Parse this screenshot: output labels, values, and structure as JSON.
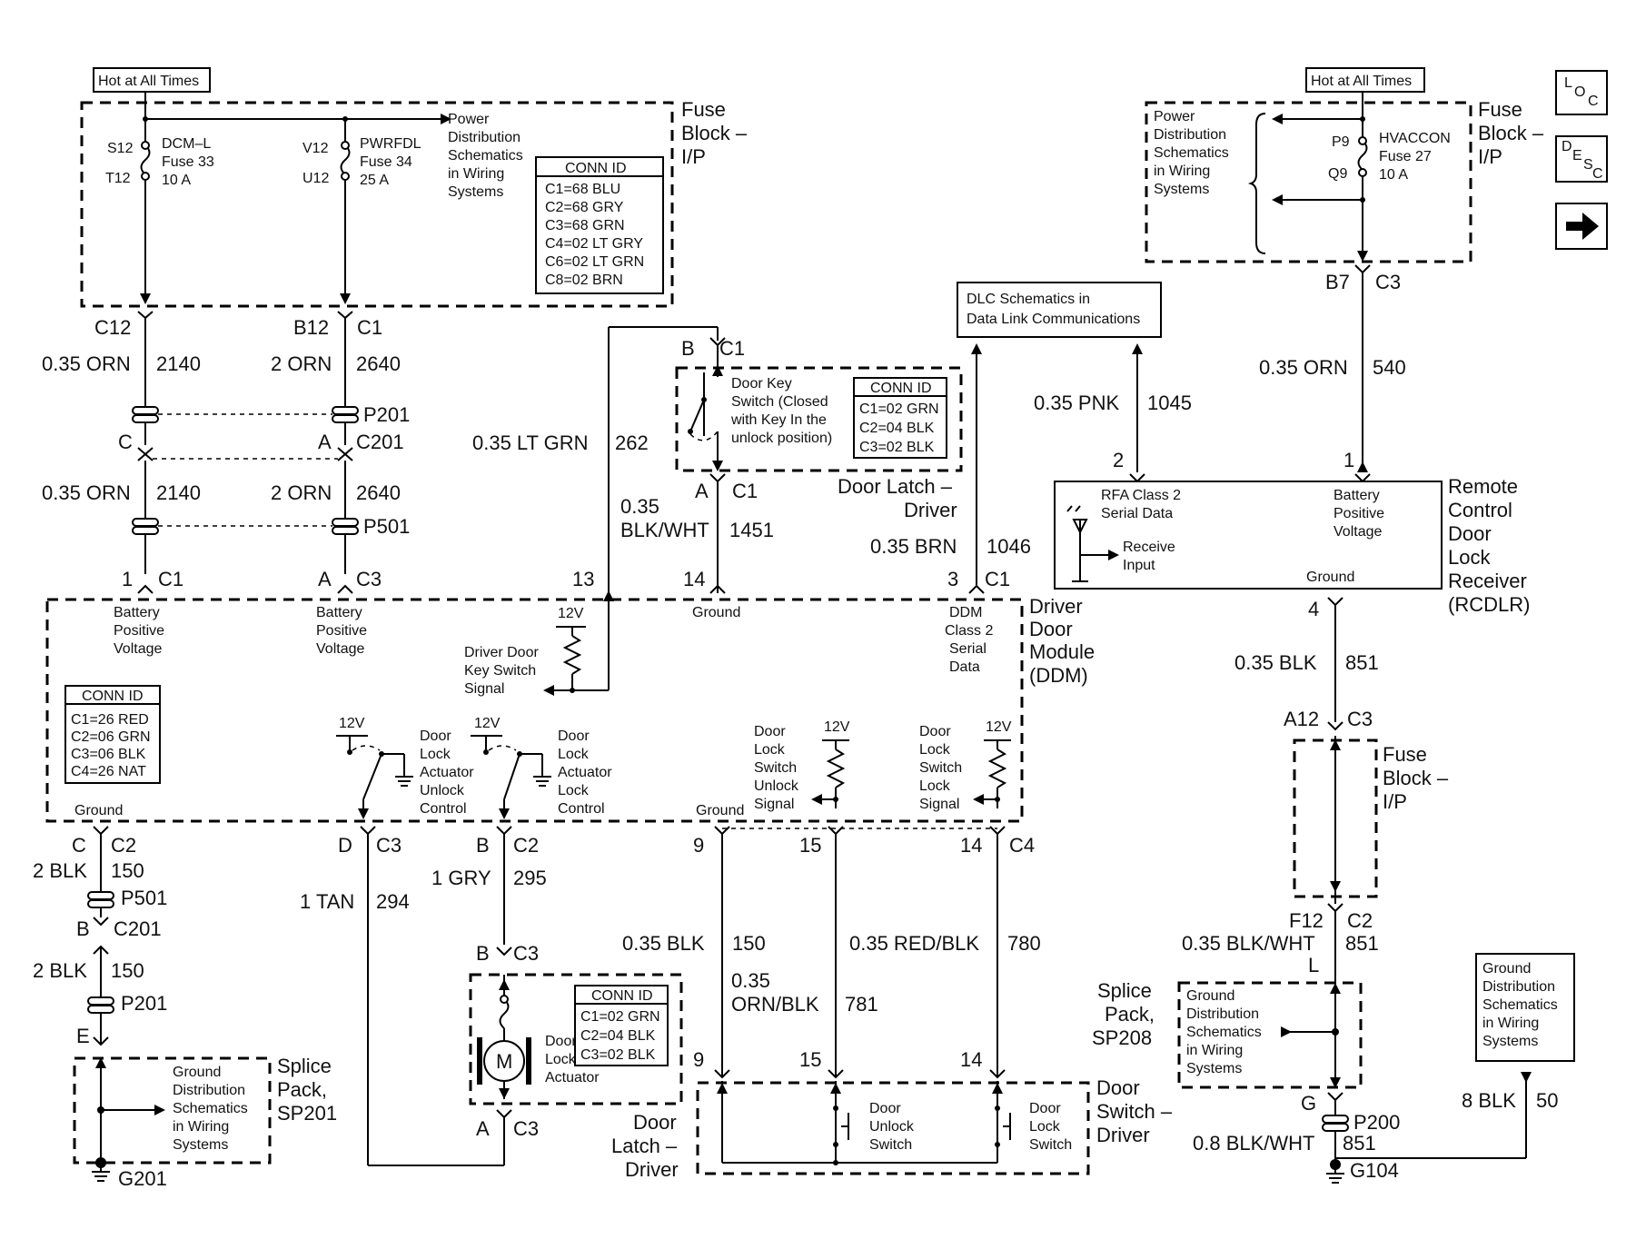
{
  "hot_at_all_times_left": "Hot at All Times",
  "hot_at_all_times_right": "Hot at All Times",
  "fuse_block_top": [
    "Fuse",
    "Block –",
    "I/P"
  ],
  "fuse_block_right": [
    "Fuse",
    "Block –",
    "I/P"
  ],
  "fuse_block_mid": [
    "Fuse",
    "Block –",
    "I/P"
  ],
  "power_dist_left": [
    "Power",
    "Distribution",
    "Schematics",
    "in Wiring",
    "Systems"
  ],
  "power_dist_right": [
    "Power",
    "Distribution",
    "Schematics",
    "in Wiring",
    "Systems"
  ],
  "fuse_dcm": {
    "top_pin": "S12",
    "bottom_pin": "T12",
    "lines": [
      "DCM–L",
      "Fuse 33",
      "10 A"
    ]
  },
  "fuse_pwr": {
    "top_pin": "V12",
    "bottom_pin": "U12",
    "lines": [
      "PWRFDL",
      "Fuse 34",
      "25 A"
    ]
  },
  "fuse_hvac": {
    "top_pin": "P9",
    "bottom_pin": "Q9",
    "lines": [
      "HVACCON",
      "Fuse 27",
      "10 A"
    ]
  },
  "conn_id_fuse": {
    "title": "CONN ID",
    "rows": [
      "C1=68 BLU",
      "C2=68 GRY",
      "C3=68 GRN",
      "C4=02 LT GRY",
      "C6=02 LT GRN",
      "C8=02 BRN"
    ]
  },
  "conn_id_key": {
    "title": "CONN ID",
    "rows": [
      "C1=02 GRN",
      "C2=04 BLK",
      "C3=02 BLK"
    ]
  },
  "conn_id_ddm": {
    "title": "CONN ID",
    "rows": [
      "C1=26 RED",
      "C2=06 GRN",
      "C3=06 BLK",
      "C4=26 NAT"
    ]
  },
  "conn_id_actuator": {
    "title": "CONN ID",
    "rows": [
      "C1=02 GRN",
      "C2=04 BLK",
      "C3=02 BLK"
    ]
  },
  "nav_buttons": {
    "loc": [
      "L",
      "O",
      "C"
    ],
    "desc": [
      "D",
      "E",
      "S",
      "C"
    ]
  },
  "dlc_box": [
    "DLC Schematics in",
    "Data Link Communications"
  ],
  "ground_dist_box": [
    "Ground",
    "Distribution",
    "Schematics",
    "in Wiring",
    "Systems"
  ],
  "connectors": {
    "c12": "C12",
    "b12": "B12",
    "c1a": "C1",
    "c_pin": "C",
    "a_pin": "A",
    "c201": "C201",
    "p201": "P201",
    "p501": "P501",
    "pin1": "1",
    "c1b": "C1",
    "pinA": "A",
    "c3a": "C3",
    "pin13": "13",
    "pin14": "14",
    "pin3": "3",
    "c1c": "C1",
    "b_key": "B",
    "c1_key": "C1",
    "a_key": "A",
    "c1_key2": "C1",
    "b7": "B7",
    "c3_b7": "C3",
    "pin2": "2",
    "pin1r": "1",
    "pin4": "4",
    "a12": "A12",
    "c3_a12": "C3",
    "f12": "F12",
    "c2_f12": "C2",
    "l_pin": "L",
    "g_pin": "G",
    "p200": "P200",
    "g104": "G104",
    "c_c2": "C",
    "c2_l": "C2",
    "p501b": "P501",
    "b_pin": "B",
    "c201b": "C201",
    "p201b": "P201",
    "e_pin": "E",
    "g201": "G201",
    "d_pin": "D",
    "c3_d": "C3",
    "b_pin2": "B",
    "c2_b": "C2",
    "b_act": "B",
    "c3_act": "C3",
    "a_act": "A",
    "c3_act2": "C3",
    "p9": "9",
    "p15": "15",
    "p14": "14",
    "c4": "C4",
    "p9b": "9",
    "p15b": "15",
    "p14b": "14"
  },
  "wires": {
    "w2140a": {
      "gauge": "0.35 ORN",
      "circuit": "2140"
    },
    "w2640a": {
      "gauge": "2 ORN",
      "circuit": "2640"
    },
    "w2140b": {
      "gauge": "0.35 ORN",
      "circuit": "2140"
    },
    "w2640b": {
      "gauge": "2 ORN",
      "circuit": "2640"
    },
    "w262": {
      "gauge": "0.35 LT GRN",
      "circuit": "262"
    },
    "w1451": {
      "gauge": [
        "0.35",
        "BLK/WHT"
      ],
      "circuit": "1451"
    },
    "w1046": {
      "gauge": "0.35 BRN",
      "circuit": "1046"
    },
    "w1045": {
      "gauge": "0.35 PNK",
      "circuit": "1045"
    },
    "w540": {
      "gauge": "0.35 ORN",
      "circuit": "540"
    },
    "w851a": {
      "gauge": "0.35 BLK",
      "circuit": "851"
    },
    "w851b": {
      "gauge": "0.35 BLK/WHT",
      "circuit": "851"
    },
    "w851c": {
      "gauge": "0.8 BLK/WHT",
      "circuit": "851"
    },
    "w50": {
      "gauge": "8 BLK",
      "circuit": "50"
    },
    "w150a": {
      "gauge": "2 BLK",
      "circuit": "150"
    },
    "w150b": {
      "gauge": "2 BLK",
      "circuit": "150"
    },
    "w294": {
      "gauge": "1 TAN",
      "circuit": "294"
    },
    "w295": {
      "gauge": "1 GRY",
      "circuit": "295"
    },
    "w150c": {
      "gauge": "0.35 BLK",
      "circuit": "150"
    },
    "w781": {
      "gauge": [
        "0.35",
        "ORN/BLK"
      ],
      "circuit": "781"
    },
    "w780": {
      "gauge": "0.35 RED/BLK",
      "circuit": "780"
    }
  },
  "door_key_switch": [
    "Door Key",
    "Switch (Closed",
    "with Key In the",
    "unlock position)"
  ],
  "door_latch_driver_top": [
    "Door Latch –",
    "Driver"
  ],
  "rcdlr": {
    "name": [
      "Remote",
      "Control",
      "Door",
      "Lock",
      "Receiver",
      "(RCDLR)"
    ],
    "rfa": [
      "RFA Class 2",
      "Serial Data"
    ],
    "batt": [
      "Battery",
      "Positive",
      "Voltage"
    ],
    "receive": [
      "Receive",
      "Input"
    ],
    "ground": "Ground"
  },
  "ddm": {
    "name": [
      "Driver",
      "Door",
      "Module",
      "(DDM)"
    ],
    "batt1": [
      "Battery",
      "Positive",
      "Voltage"
    ],
    "batt2": [
      "Battery",
      "Positive",
      "Voltage"
    ],
    "ground_top": "Ground",
    "serial": [
      "DDM",
      "Class 2",
      "Serial",
      "Data"
    ],
    "key_switch_signal": [
      "Driver Door",
      "Key Switch",
      "Signal"
    ],
    "v12": "12V",
    "unlock_control": [
      "Door",
      "Lock",
      "Actuator",
      "Unlock",
      "Control"
    ],
    "lock_control": [
      "Door",
      "Lock",
      "Actuator",
      "Lock",
      "Control"
    ],
    "unlock_signal": [
      "Door",
      "Lock",
      "Switch",
      "Unlock",
      "Signal"
    ],
    "lock_signal": [
      "Door",
      "Lock",
      "Switch",
      "Lock",
      "Signal"
    ],
    "ground_left": "Ground",
    "ground_mid": "Ground"
  },
  "actuator": {
    "motor": "M",
    "label": [
      "Door",
      "Lock",
      "Actuator"
    ]
  },
  "door_latch_driver_bottom": [
    "Door",
    "Latch –",
    "Driver"
  ],
  "door_switch": {
    "name": [
      "Door",
      "Switch –",
      "Driver"
    ],
    "unlock": [
      "Door",
      "Unlock",
      "Switch"
    ],
    "lock": [
      "Door",
      "Lock",
      "Switch"
    ]
  },
  "splice_sp201": {
    "name": [
      "Splice",
      "Pack,",
      "SP201"
    ],
    "text": [
      "Ground",
      "Distribution",
      "Schematics",
      "in Wiring",
      "Systems"
    ]
  },
  "splice_sp208": {
    "name": [
      "Splice",
      "Pack,",
      "SP208"
    ],
    "text": [
      "Ground",
      "Distribution",
      "Schematics",
      "in Wiring",
      "Systems"
    ]
  }
}
